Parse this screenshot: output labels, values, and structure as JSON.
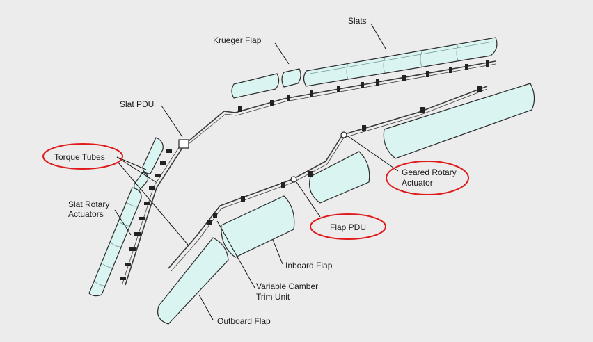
{
  "colors": {
    "background": "#ececec",
    "surface_fill": "#d9f4f1",
    "surface_stroke": "#2a2a2a",
    "highlight": "#e01a1a"
  },
  "labels": {
    "slats": "Slats",
    "krueger_flap": "Krueger Flap",
    "slat_pdu": "Slat PDU",
    "torque_tubes": "Torque Tubes",
    "slat_rotary_actuators_line1": "Slat Rotary",
    "slat_rotary_actuators_line2": "Actuators",
    "geared_rotary_actuator_line1": "Geared Rotary",
    "geared_rotary_actuator_line2": "Actuator",
    "flap_pdu": "Flap PDU",
    "inboard_flap": "Inboard Flap",
    "variable_camber_line1": "Variable Camber",
    "variable_camber_line2": "Trim Unit",
    "outboard_flap": "Outboard Flap"
  },
  "highlighted": [
    "Torque Tubes",
    "Geared Rotary Actuator",
    "Flap PDU"
  ]
}
